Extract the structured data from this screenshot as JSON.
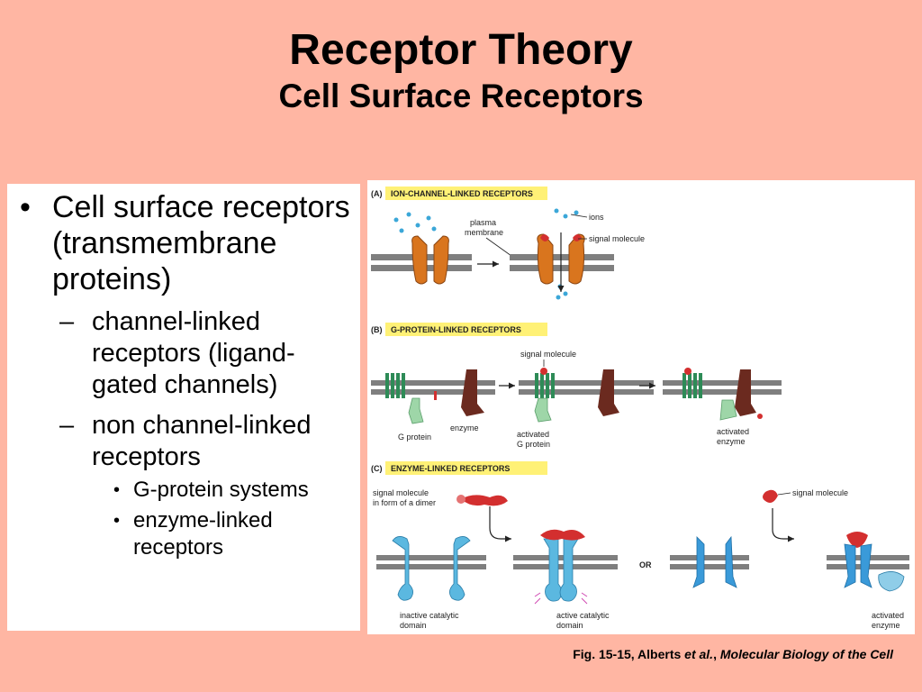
{
  "title": "Receptor Theory",
  "subtitle": "Cell Surface Receptors",
  "bullets": {
    "main": "Cell surface receptors (transmembrane proteins)",
    "sub1": "channel-linked receptors (ligand-gated channels)",
    "sub2": "non channel-linked receptors",
    "sub2_items": [
      "G-protein systems",
      "enzyme-linked receptors"
    ]
  },
  "figure": {
    "panel_a": {
      "letter": "(A)",
      "heading": "ION-CHANNEL-LINKED RECEPTORS",
      "labels": [
        "plasma",
        "membrane",
        "ions",
        "signal molecule"
      ]
    },
    "panel_b": {
      "letter": "(B)",
      "heading": "G-PROTEIN-LINKED RECEPTORS",
      "labels": [
        "signal molecule",
        "G protein",
        "enzyme",
        "activated",
        "G protein",
        "activated",
        "enzyme"
      ]
    },
    "panel_c": {
      "letter": "(C)",
      "heading": "ENZYME-LINKED RECEPTORS",
      "labels": [
        "signal molecule",
        "in form of a dimer",
        "signal molecule",
        "OR",
        "inactive catalytic",
        "domain",
        "active catalytic",
        "domain",
        "activated",
        "enzyme"
      ]
    }
  },
  "caption": {
    "prefix": "Fig. 15-15, Alberts ",
    "etal": "et al.",
    "sep": ", ",
    "book": "Molecular Biology of the Cell"
  },
  "colors": {
    "background": "#FFB6A3",
    "heading_highlight": "#FFF176",
    "membrane": "#7F7F7F",
    "channel": "#D9751E",
    "signal": "#D32F2F",
    "gpcr": "#2E8B57",
    "enzyme": "#6B2A1F",
    "receptor_c": "#5BB8E0",
    "ion": "#3BA7D8"
  }
}
